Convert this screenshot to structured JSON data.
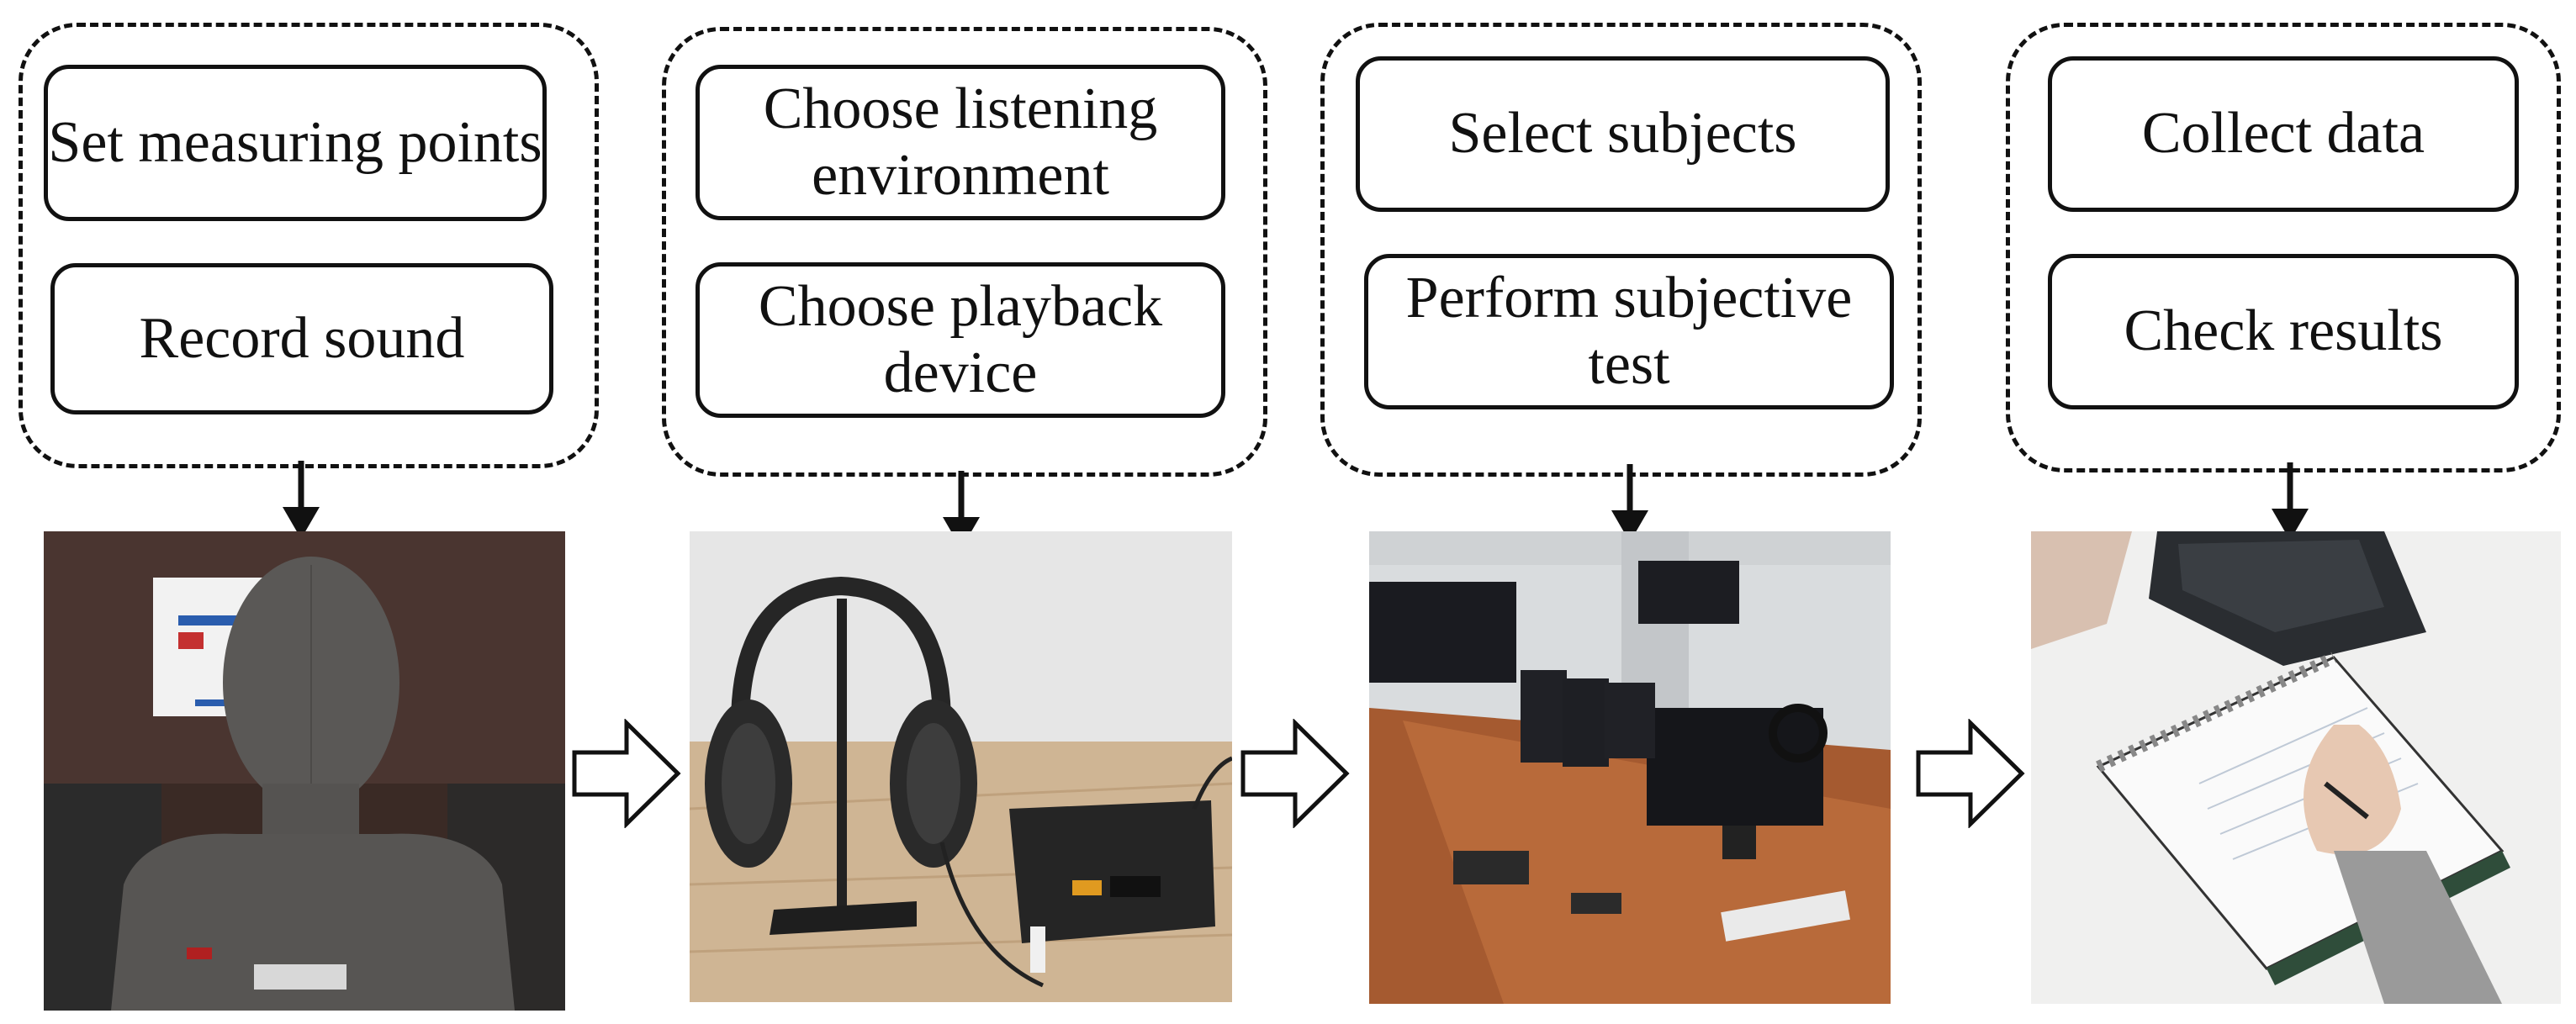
{
  "steps": [
    {
      "boxes": [
        "Set measuring points",
        "Record sound"
      ],
      "photo": "dummy-head-recording-photo"
    },
    {
      "boxes": [
        "Choose listening environment",
        "Choose playback device"
      ],
      "photo": "headphones-amplifier-photo"
    },
    {
      "boxes": [
        "Select subjects",
        "Perform subjective test"
      ],
      "photo": "listening-lab-photo"
    },
    {
      "boxes": [
        "Collect data",
        "Check results"
      ],
      "photo": "writing-notes-photo"
    }
  ]
}
